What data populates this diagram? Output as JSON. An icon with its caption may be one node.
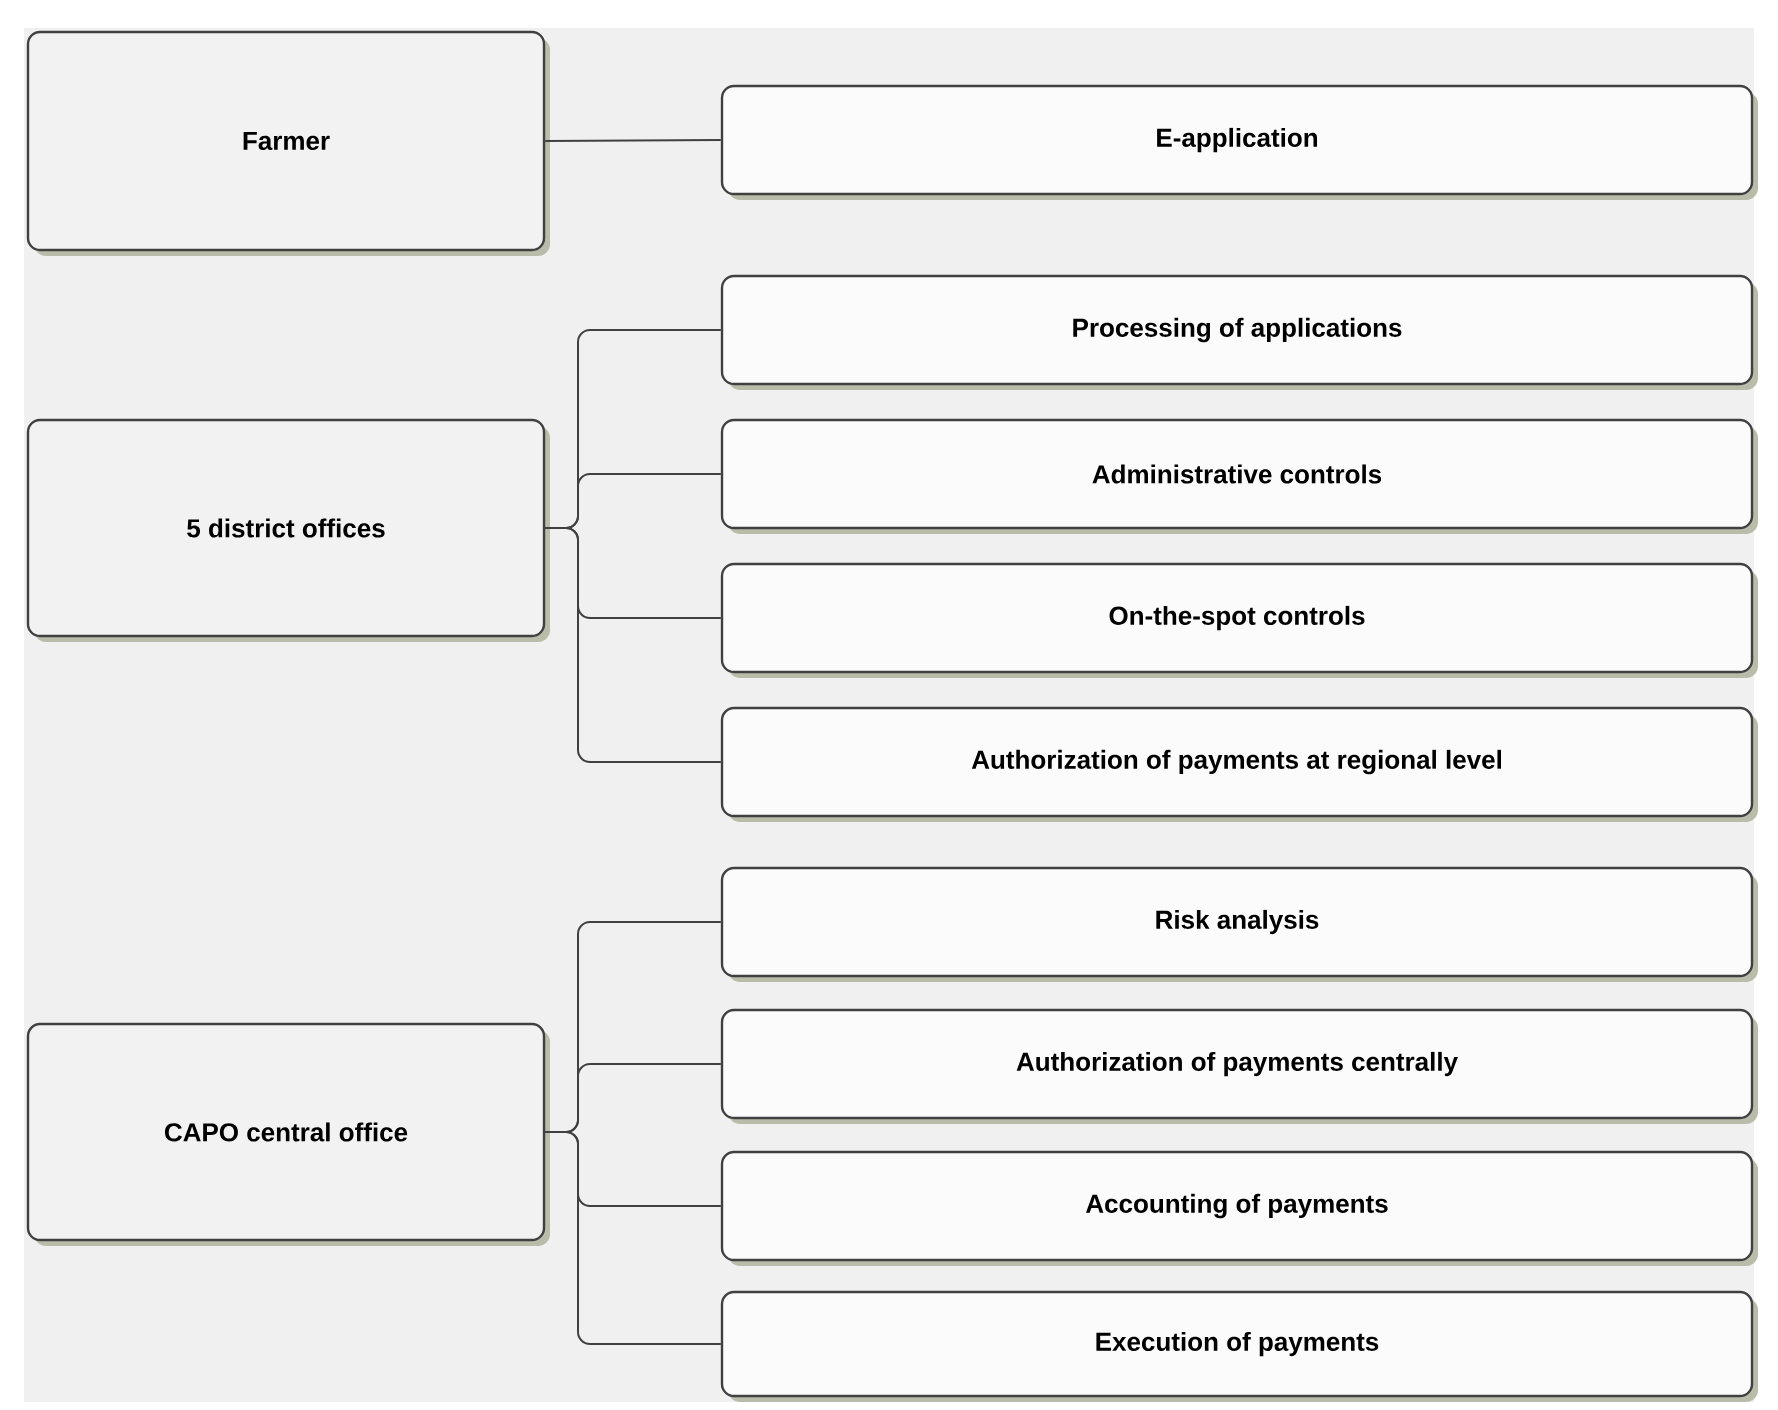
{
  "diagram": {
    "nodes": [
      {
        "text": [
          "Farmer"
        ]
      },
      {
        "text": [
          "E-application"
        ]
      },
      {
        "text": [
          "5 district offices"
        ]
      },
      {
        "text": [
          "Processing of applications"
        ]
      },
      {
        "text": [
          "Administrative controls"
        ]
      },
      {
        "text": [
          "On-the-spot controls"
        ]
      },
      {
        "text": [
          "Authorization of payments at regional level"
        ]
      },
      {
        "text": [
          "CAPO central office"
        ]
      },
      {
        "text": [
          "Risk analysis"
        ]
      },
      {
        "text": [
          "Authorization of payments centrally"
        ]
      },
      {
        "text": [
          "Accounting of payments"
        ]
      },
      {
        "text": [
          "Execution of payments"
        ]
      }
    ],
    "edges": [
      {
        "from": 0,
        "to": 1,
        "arrow": "none"
      },
      {
        "from": 2,
        "to": 3,
        "arrow": "none"
      },
      {
        "from": 2,
        "to": 4,
        "arrow": "none"
      },
      {
        "from": 2,
        "to": 5,
        "arrow": "none"
      },
      {
        "from": 2,
        "to": 6,
        "arrow": "none"
      },
      {
        "from": 7,
        "to": 8,
        "arrow": "none"
      },
      {
        "from": 7,
        "to": 9,
        "arrow": "none"
      },
      {
        "from": 7,
        "to": 10,
        "arrow": "none"
      },
      {
        "from": 7,
        "to": 11,
        "arrow": "none"
      }
    ]
  }
}
